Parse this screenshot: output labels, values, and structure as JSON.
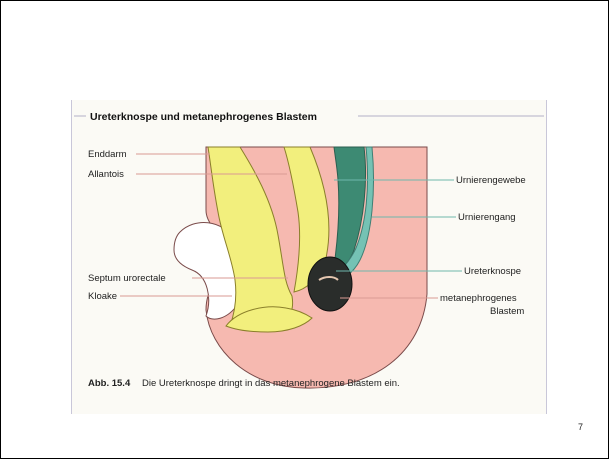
{
  "figure": {
    "title": "Ureterknospe und metanephrogenes Blastem",
    "caption_number": "Abb. 15.4",
    "caption_text": "Die Ureterknospe dringt in das metanephrogene Blastem ein.",
    "labels_left": [
      "Enddarm",
      "Allantois",
      "Septum urorectale",
      "Kloake"
    ],
    "labels_right": [
      "Urnierengewebe",
      "Urnierengang",
      "Ureterknospe",
      "metanephrogenes",
      "Blastem"
    ]
  },
  "slide": {
    "page_number": "7"
  },
  "colors": {
    "mesenchyme_pink": "#f6b9b0",
    "endoderm_yellow": "#f2ef7d",
    "urnierengewebe_green": "#3d8a73",
    "urnierengang_teal": "#75c2b4",
    "blastem_dark": "#2a2d2b",
    "outline": "#7a4b4a",
    "leader_pink": "#d99a93",
    "leader_teal": "#6fb8ac"
  }
}
